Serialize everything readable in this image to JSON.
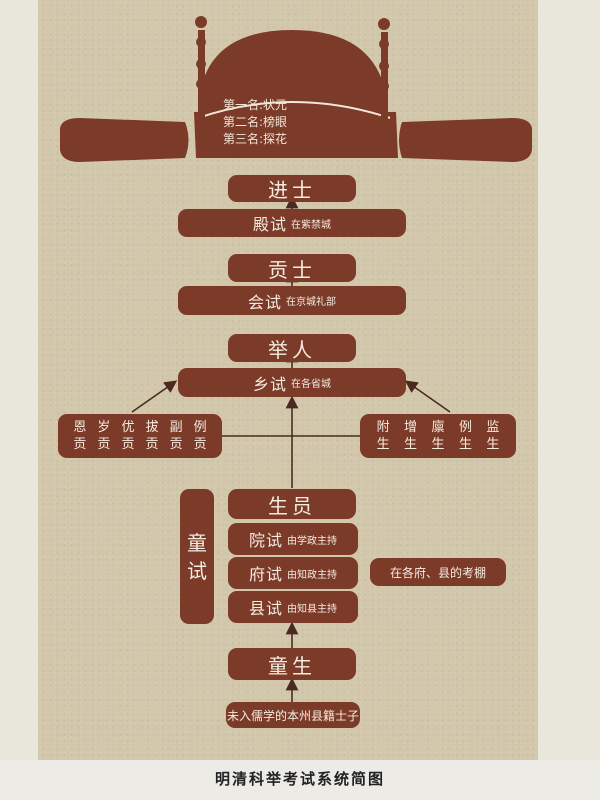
{
  "hat": {
    "ranks": [
      "第一名:状元",
      "第二名:榜眼",
      "第三名:探花"
    ]
  },
  "nodes": {
    "jinshi": "进士",
    "dianshi": {
      "label": "殿试",
      "note": "在紫禁城"
    },
    "gongshi": "贡士",
    "huishi": {
      "label": "会试",
      "note": "在京城礼部"
    },
    "juren": "举人",
    "xiangshi": {
      "label": "乡试",
      "note": "在各省城"
    },
    "left_group": {
      "top": [
        "恩",
        "岁",
        "优",
        "拔",
        "副",
        "例"
      ],
      "bottom": [
        "贡",
        "贡",
        "贡",
        "贡",
        "贡",
        "贡"
      ]
    },
    "right_group": {
      "top": [
        "附",
        "增",
        "廪",
        "例",
        "监"
      ],
      "bottom": [
        "生",
        "生",
        "生",
        "生",
        "生"
      ]
    },
    "shengyuan": "生员",
    "tongshi": "童试",
    "yuanshi": {
      "label": "院试",
      "note": "由学政主持"
    },
    "fushi": {
      "label": "府试",
      "note": "由知政主持"
    },
    "xianshi": {
      "label": "县试",
      "note": "由知县主持"
    },
    "exam_place": "在各府、县的考棚",
    "tongsheng": "童生",
    "origin": "未入儒学的本州县籍士子"
  },
  "caption": "明清科举考试系统简图",
  "colors": {
    "box": "#7c3a28",
    "paper": "#d2c7ab",
    "text": "#f5ece0"
  }
}
